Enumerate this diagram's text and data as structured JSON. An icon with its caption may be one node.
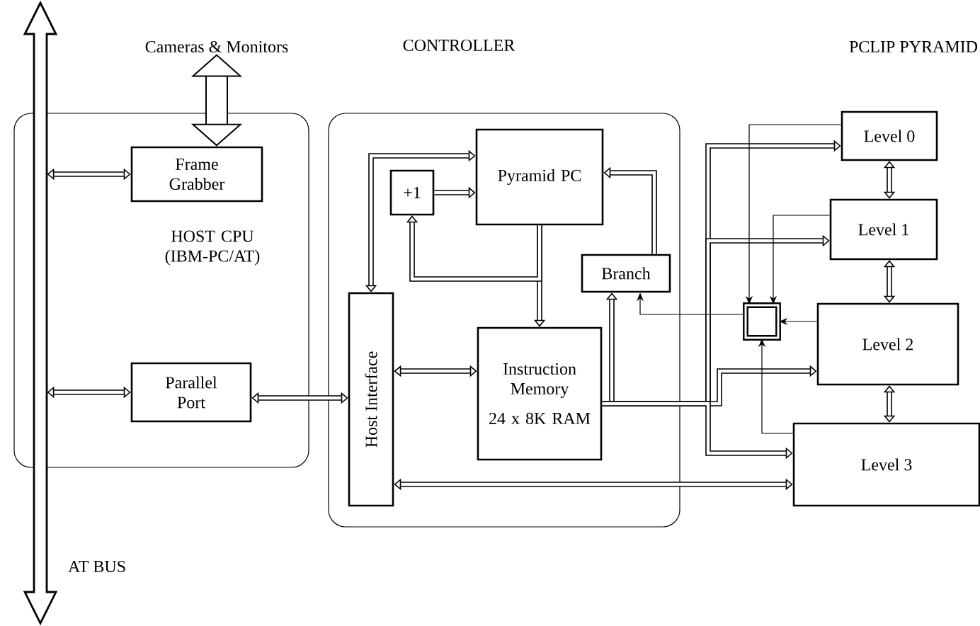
{
  "diagram": {
    "nodes": [
      {
        "text": [
          "Cameras & Monitors"
        ]
      },
      {
        "text": [],
        "shape": "bar",
        "beside": [
          "AT BUS"
        ]
      },
      {
        "text": [
          "HOST CPU (IBM-PC/AT)"
        ]
      },
      {
        "text": [
          "Frame Grabber"
        ],
        "in": 2
      },
      {
        "text": [
          "Parallel Port"
        ],
        "in": 2
      },
      {
        "text": [
          "CONTROLLER"
        ]
      },
      {
        "text": [
          "Pyramid PC"
        ],
        "in": 5
      },
      {
        "text": [
          "+1"
        ],
        "in": 5
      },
      {
        "text": [
          "Branch"
        ],
        "in": 5
      },
      {
        "text": [
          "Host Interface"
        ],
        "in": 5
      },
      {
        "text": [
          "Instruction Memory",
          "24 x 8K RAM"
        ],
        "in": 5
      },
      {
        "text": [
          "Level 0"
        ]
      },
      {
        "text": [
          "Level 1"
        ]
      },
      {
        "text": [],
        "shape": "box"
      },
      {
        "text": [
          "Level 2"
        ]
      },
      {
        "text": [
          "Level 3"
        ]
      }
    ],
    "edges": [
      {
        "from": 0,
        "to": 3,
        "arrow": "both",
        "style": "thick"
      },
      {
        "from": 1,
        "to": 3,
        "arrow": "both"
      },
      {
        "from": 1,
        "to": 4,
        "arrow": "both"
      },
      {
        "from": 4,
        "to": 9,
        "arrow": "both"
      },
      {
        "from": 9,
        "to": 6,
        "arrow": "both"
      },
      {
        "from": 7,
        "to": 6,
        "arrow": "to"
      },
      {
        "from": 6,
        "to": 10,
        "arrow": "to"
      },
      {
        "from": 6,
        "to": 7,
        "arrow": "to"
      },
      {
        "from": 9,
        "to": 10,
        "arrow": "both"
      },
      {
        "from": 10,
        "to": 8,
        "arrow": "to"
      },
      {
        "from": 8,
        "to": 6,
        "arrow": "to"
      },
      {
        "from": 10,
        "to": 11,
        "arrow": "to"
      },
      {
        "from": 10,
        "to": 12,
        "arrow": "to"
      },
      {
        "from": 10,
        "to": 14,
        "arrow": "to"
      },
      {
        "from": 10,
        "to": 15,
        "arrow": "to"
      },
      {
        "from": 9,
        "to": 15,
        "arrow": "both"
      },
      {
        "from": 11,
        "to": 12,
        "arrow": "both"
      },
      {
        "from": 12,
        "to": 14,
        "arrow": "both"
      },
      {
        "from": 14,
        "to": 15,
        "arrow": "both"
      },
      {
        "from": 11,
        "to": 13,
        "arrow": "to"
      },
      {
        "from": 12,
        "to": 13,
        "arrow": "to"
      },
      {
        "from": 14,
        "to": 13,
        "arrow": "to"
      },
      {
        "from": 15,
        "to": 13,
        "arrow": "to"
      },
      {
        "from": 13,
        "to": 8,
        "arrow": "to"
      }
    ],
    "labels": [
      "PCLIP PYRAMID"
    ]
  }
}
